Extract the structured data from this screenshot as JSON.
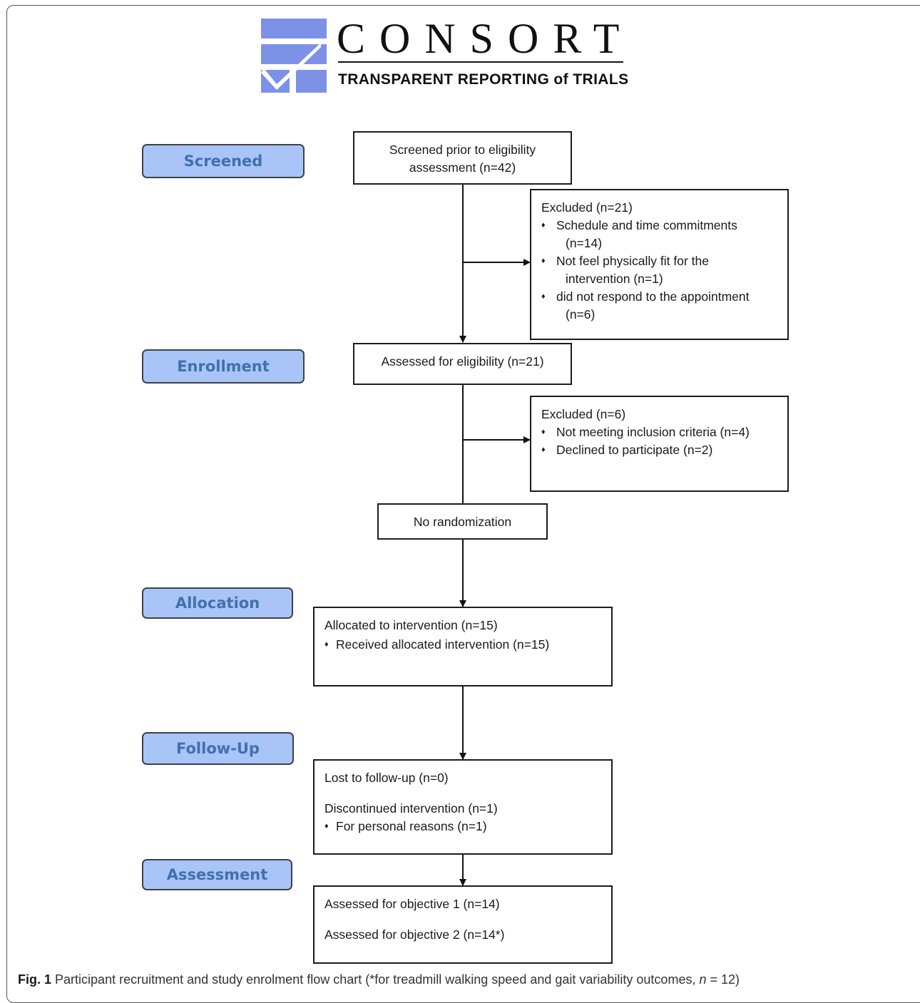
{
  "logo": {
    "word": "CONSORT",
    "tagline": "TRANSPARENT REPORTING of TRIALS"
  },
  "stages": {
    "screened": "Screened",
    "enrollment": "Enrollment",
    "allocation": "Allocation",
    "follow_up": "Follow-Up",
    "assessment": "Assessment"
  },
  "boxes": {
    "screened": {
      "line1": "Screened prior to eligibility",
      "line2": "assessment (n=42)"
    },
    "excluded1": {
      "heading": "Excluded (n=21)",
      "bullet": "♦",
      "items": [
        {
          "line1": "Schedule and time commitments",
          "line2": "(n=14)"
        },
        {
          "line1": "Not feel physically fit for the",
          "line2": "intervention (n=1)"
        },
        {
          "line1": "did not respond to the appointment",
          "line2": "(n=6)"
        }
      ]
    },
    "assessed": {
      "text": "Assessed for eligibility (n=21)"
    },
    "excluded2": {
      "heading": "Excluded (n=6)",
      "items": [
        "Not meeting inclusion criteria (n=4)",
        "Declined to participate (n=2)"
      ]
    },
    "no_randomization": {
      "text": "No randomization"
    },
    "allocated": {
      "heading": "Allocated to intervention (n=15)",
      "item": "Received allocated intervention (n=15)"
    },
    "follow_up": {
      "lost": "Lost to follow-up (n=0)",
      "discontinued": "Discontinued intervention (n=1)",
      "item": "For personal reasons (n=1)"
    },
    "assessment": {
      "objective1": "Assessed for objective 1 (n=14)",
      "objective2": "Assessed for objective 2 (n=14*)"
    }
  },
  "caption": {
    "label": "Fig. 1",
    "text_before": "Participant recruitment and study enrolment flow chart (*for treadmill walking speed and gait variability outcomes,",
    "var": "n",
    "text_after": "= 12)"
  },
  "colors": {
    "stage_fill": "#a9c4f7",
    "stage_text": "#3f71ad",
    "logo_blue": "#7d92e6"
  }
}
